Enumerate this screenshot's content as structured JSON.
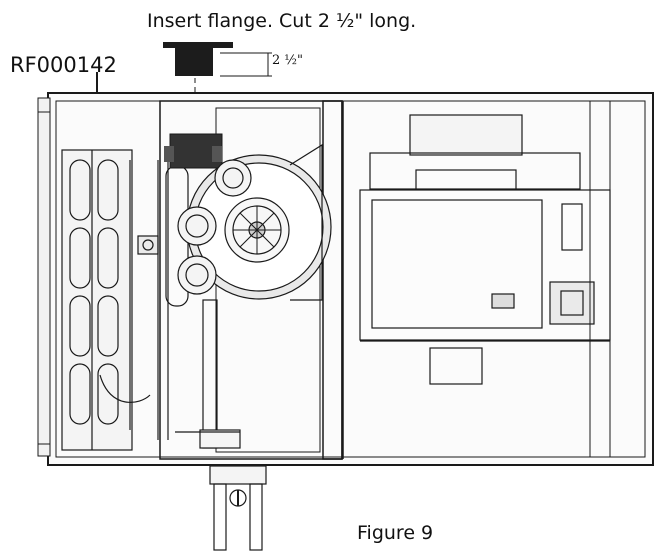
{
  "diagram": {
    "instruction": "Insert flange. Cut 2 ½\" long.",
    "part_number": "RF000142",
    "dimension": "2 ½\"",
    "caption": "Figure 9"
  },
  "colors": {
    "line": "#1a1a1a",
    "flange": "#1c1c1c",
    "blower_housing": "#e9e9e9",
    "cabinet_shade": "#f2f2f2"
  }
}
